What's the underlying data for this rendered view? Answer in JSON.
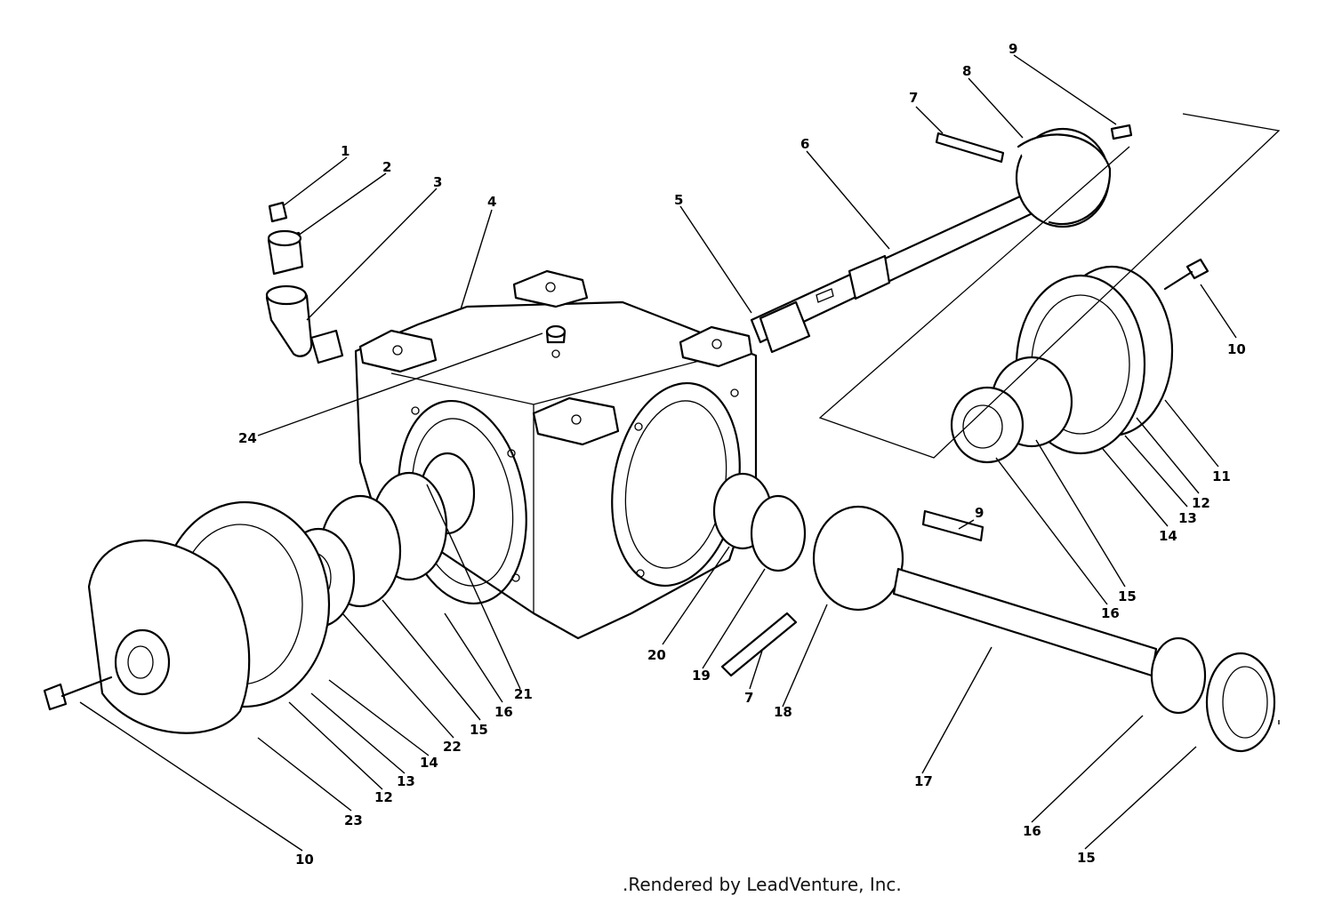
{
  "footer_text": ".Rendered by LeadVenture, Inc.",
  "callouts": [
    {
      "id": "c1",
      "label": "1"
    },
    {
      "id": "c2",
      "label": "2"
    },
    {
      "id": "c3",
      "label": "3"
    },
    {
      "id": "c4",
      "label": "4"
    },
    {
      "id": "c5",
      "label": "5"
    },
    {
      "id": "c6",
      "label": "6"
    },
    {
      "id": "c7a",
      "label": "7"
    },
    {
      "id": "c8",
      "label": "8"
    },
    {
      "id": "c9a",
      "label": "9"
    },
    {
      "id": "c10a",
      "label": "10"
    },
    {
      "id": "c11",
      "label": "11"
    },
    {
      "id": "c12a",
      "label": "12"
    },
    {
      "id": "c13a",
      "label": "13"
    },
    {
      "id": "c14a",
      "label": "14"
    },
    {
      "id": "c15a",
      "label": "15"
    },
    {
      "id": "c16a",
      "label": "16"
    },
    {
      "id": "c24",
      "label": "24"
    },
    {
      "id": "c9b",
      "label": "9"
    },
    {
      "id": "c20",
      "label": "20"
    },
    {
      "id": "c19",
      "label": "19"
    },
    {
      "id": "c7b",
      "label": "7"
    },
    {
      "id": "c18",
      "label": "18"
    },
    {
      "id": "c21",
      "label": "21"
    },
    {
      "id": "c16b",
      "label": "16"
    },
    {
      "id": "c15b",
      "label": "15"
    },
    {
      "id": "c22",
      "label": "22"
    },
    {
      "id": "c14b",
      "label": "14"
    },
    {
      "id": "c13b",
      "label": "13"
    },
    {
      "id": "c12b",
      "label": "12"
    },
    {
      "id": "c23",
      "label": "23"
    },
    {
      "id": "c10b",
      "label": "10"
    },
    {
      "id": "c17",
      "label": "17"
    },
    {
      "id": "c16c",
      "label": "16"
    },
    {
      "id": "c15c",
      "label": "15"
    }
  ]
}
